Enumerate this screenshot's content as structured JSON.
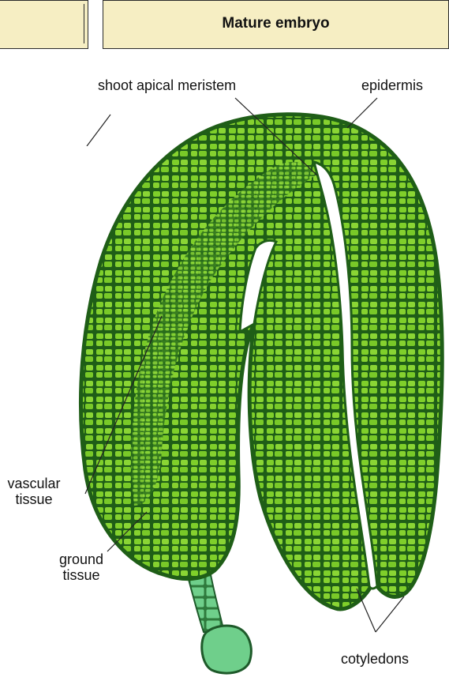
{
  "header": {
    "title": "Mature embryo"
  },
  "labels": {
    "shoot_apical_meristem": "shoot apical meristem",
    "epidermis": "epidermis",
    "vascular_tissue_line1": "vascular",
    "vascular_tissue_line2": "tissue",
    "ground_tissue_line1": "ground",
    "ground_tissue_line2": "tissue",
    "cotyledons": "cotyledons"
  },
  "colors": {
    "header_fill": "#f6eec3",
    "tissue_fill": "#7fcf2a",
    "cell_wall": "#1f5e17",
    "suspensor_fill": "#6fcf8b"
  }
}
